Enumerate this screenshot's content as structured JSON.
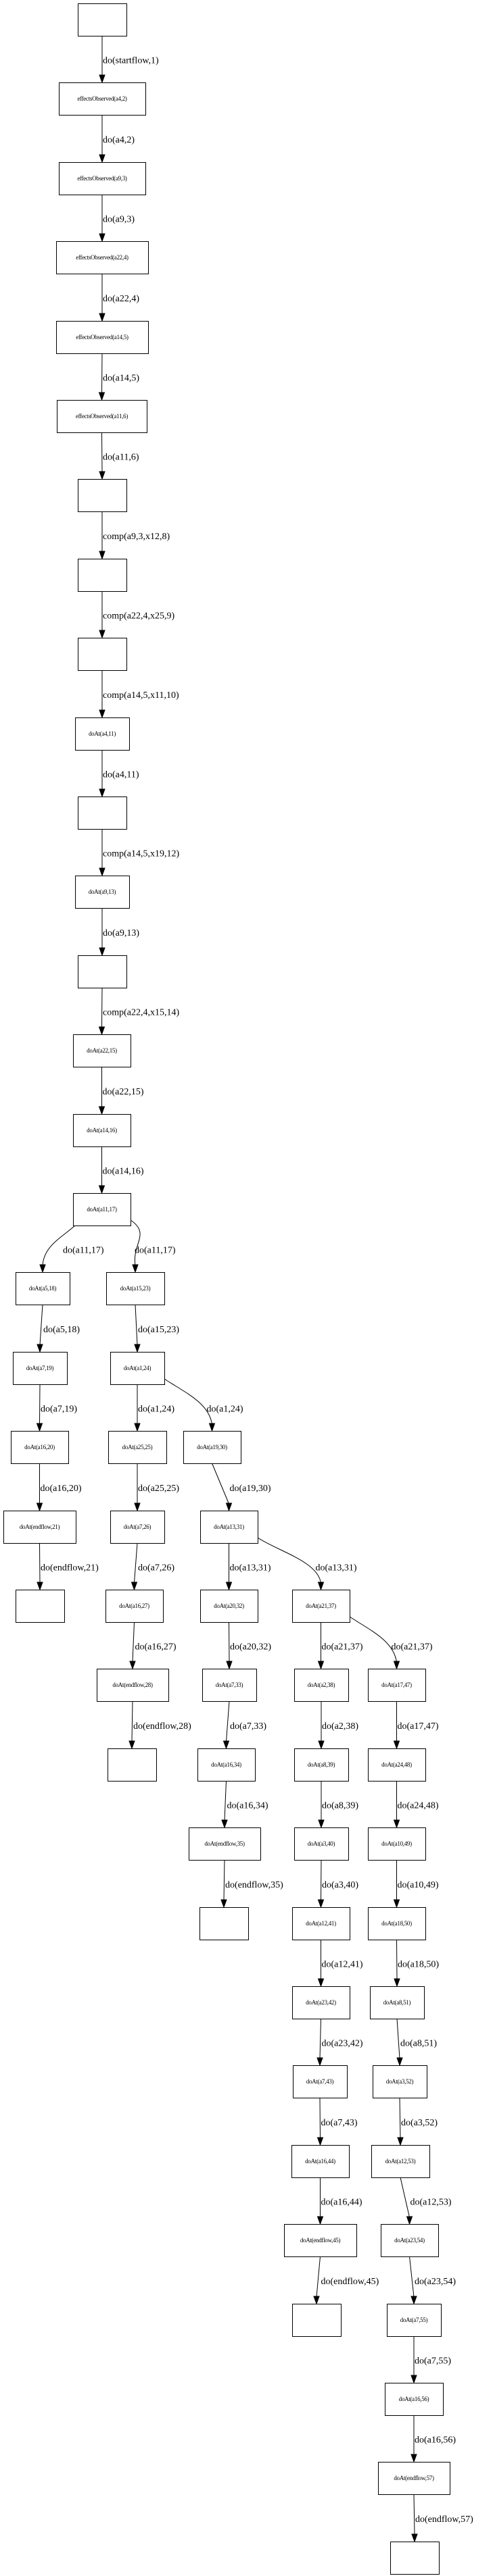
{
  "graph": {
    "colors": {
      "stroke": "#000000",
      "fill": "#ffffff",
      "text": "#000000"
    },
    "nodes": [
      {
        "id": "n0",
        "label": ""
      },
      {
        "id": "n1",
        "label": "effectsObserved(a4,2)"
      },
      {
        "id": "n2",
        "label": "effectsObserved(a9,3)"
      },
      {
        "id": "n3",
        "label": "effectsObserved(a22,4)"
      },
      {
        "id": "n4",
        "label": "effectsObserved(a14,5)"
      },
      {
        "id": "n5",
        "label": "effectsObserved(a11,6)"
      },
      {
        "id": "n6",
        "label": ""
      },
      {
        "id": "n7",
        "label": ""
      },
      {
        "id": "n8",
        "label": ""
      },
      {
        "id": "n9",
        "label": "doAt(a4,11)"
      },
      {
        "id": "n10",
        "label": ""
      },
      {
        "id": "n11",
        "label": "doAt(a9,13)"
      },
      {
        "id": "n12",
        "label": ""
      },
      {
        "id": "n13",
        "label": "doAt(a22,15)"
      },
      {
        "id": "n14",
        "label": "doAt(a14,16)"
      },
      {
        "id": "n15",
        "label": "doAt(a11,17)"
      },
      {
        "id": "n16",
        "label": "doAt(a5,18)"
      },
      {
        "id": "n17",
        "label": "doAt(a7,19)"
      },
      {
        "id": "n18",
        "label": "doAt(a16,20)"
      },
      {
        "id": "n19",
        "label": "doAt(endflow,21)"
      },
      {
        "id": "n20",
        "label": ""
      },
      {
        "id": "n21",
        "label": "doAt(a15,23)"
      },
      {
        "id": "n22",
        "label": "doAt(a1,24)"
      },
      {
        "id": "n23",
        "label": "doAt(a25,25)"
      },
      {
        "id": "n24",
        "label": "doAt(a7,26)"
      },
      {
        "id": "n25",
        "label": "doAt(a16,27)"
      },
      {
        "id": "n26",
        "label": "doAt(endflow,28)"
      },
      {
        "id": "n27",
        "label": ""
      },
      {
        "id": "n28",
        "label": "doAt(a19,30)"
      },
      {
        "id": "n29",
        "label": "doAt(a13,31)"
      },
      {
        "id": "n30",
        "label": "doAt(a20,32)"
      },
      {
        "id": "n31",
        "label": "doAt(a7,33)"
      },
      {
        "id": "n32",
        "label": "doAt(a16,34)"
      },
      {
        "id": "n33",
        "label": "doAt(endflow,35)"
      },
      {
        "id": "n34",
        "label": ""
      },
      {
        "id": "n35",
        "label": "doAt(a21,37)"
      },
      {
        "id": "n36",
        "label": "doAt(a2,38)"
      },
      {
        "id": "n37",
        "label": "doAt(a8,39)"
      },
      {
        "id": "n38",
        "label": "doAt(a3,40)"
      },
      {
        "id": "n39",
        "label": "doAt(a12,41)"
      },
      {
        "id": "n40",
        "label": "doAt(a23,42)"
      },
      {
        "id": "n41",
        "label": "doAt(a7,43)"
      },
      {
        "id": "n42",
        "label": "doAt(a16,44)"
      },
      {
        "id": "n43",
        "label": "doAt(endflow,45)"
      },
      {
        "id": "n44",
        "label": ""
      },
      {
        "id": "n45",
        "label": "doAt(a17,47)"
      },
      {
        "id": "n46",
        "label": "doAt(a24,48)"
      },
      {
        "id": "n47",
        "label": "doAt(a10,49)"
      },
      {
        "id": "n48",
        "label": "doAt(a18,50)"
      },
      {
        "id": "n49",
        "label": "doAt(a8,51)"
      },
      {
        "id": "n50",
        "label": "doAt(a3,52)"
      },
      {
        "id": "n51",
        "label": "doAt(a12,53)"
      },
      {
        "id": "n52",
        "label": "doAt(a23,54)"
      },
      {
        "id": "n53",
        "label": "doAt(a7,55)"
      },
      {
        "id": "n54",
        "label": "doAt(a16,56)"
      },
      {
        "id": "n55",
        "label": "doAt(endflow,57)"
      },
      {
        "id": "n56",
        "label": ""
      }
    ],
    "edges": [
      {
        "from": "n0",
        "to": "n1",
        "label": "do(startflow,1)"
      },
      {
        "from": "n1",
        "to": "n2",
        "label": "do(a4,2)"
      },
      {
        "from": "n2",
        "to": "n3",
        "label": "do(a9,3)"
      },
      {
        "from": "n3",
        "to": "n4",
        "label": "do(a22,4)"
      },
      {
        "from": "n4",
        "to": "n5",
        "label": "do(a14,5)"
      },
      {
        "from": "n5",
        "to": "n6",
        "label": "do(a11,6)"
      },
      {
        "from": "n6",
        "to": "n7",
        "label": "comp(a9,3,x12,8)"
      },
      {
        "from": "n7",
        "to": "n8",
        "label": "comp(a22,4,x25,9)"
      },
      {
        "from": "n8",
        "to": "n9",
        "label": "comp(a14,5,x11,10)"
      },
      {
        "from": "n9",
        "to": "n10",
        "label": "do(a4,11)"
      },
      {
        "from": "n10",
        "to": "n11",
        "label": "comp(a14,5,x19,12)"
      },
      {
        "from": "n11",
        "to": "n12",
        "label": "do(a9,13)"
      },
      {
        "from": "n12",
        "to": "n13",
        "label": "comp(a22,4,x15,14)"
      },
      {
        "from": "n13",
        "to": "n14",
        "label": "do(a22,15)"
      },
      {
        "from": "n14",
        "to": "n15",
        "label": "do(a14,16)"
      },
      {
        "from": "n15",
        "to": "n16",
        "label": "do(a11,17)"
      },
      {
        "from": "n15",
        "to": "n21",
        "label": "do(a11,17)"
      },
      {
        "from": "n16",
        "to": "n17",
        "label": "do(a5,18)"
      },
      {
        "from": "n17",
        "to": "n18",
        "label": "do(a7,19)"
      },
      {
        "from": "n18",
        "to": "n19",
        "label": "do(a16,20)"
      },
      {
        "from": "n19",
        "to": "n20",
        "label": "do(endflow,21)"
      },
      {
        "from": "n21",
        "to": "n22",
        "label": "do(a15,23)"
      },
      {
        "from": "n22",
        "to": "n23",
        "label": "do(a1,24)"
      },
      {
        "from": "n22",
        "to": "n28",
        "label": "do(a1,24)"
      },
      {
        "from": "n23",
        "to": "n24",
        "label": "do(a25,25)"
      },
      {
        "from": "n24",
        "to": "n25",
        "label": "do(a7,26)"
      },
      {
        "from": "n25",
        "to": "n26",
        "label": "do(a16,27)"
      },
      {
        "from": "n26",
        "to": "n27",
        "label": "do(endflow,28)"
      },
      {
        "from": "n28",
        "to": "n29",
        "label": "do(a19,30)"
      },
      {
        "from": "n29",
        "to": "n30",
        "label": "do(a13,31)"
      },
      {
        "from": "n29",
        "to": "n35",
        "label": "do(a13,31)"
      },
      {
        "from": "n30",
        "to": "n31",
        "label": "do(a20,32)"
      },
      {
        "from": "n31",
        "to": "n32",
        "label": "do(a7,33)"
      },
      {
        "from": "n32",
        "to": "n33",
        "label": "do(a16,34)"
      },
      {
        "from": "n33",
        "to": "n34",
        "label": "do(endflow,35)"
      },
      {
        "from": "n35",
        "to": "n36",
        "label": "do(a21,37)"
      },
      {
        "from": "n35",
        "to": "n45",
        "label": "do(a21,37)"
      },
      {
        "from": "n36",
        "to": "n37",
        "label": "do(a2,38)"
      },
      {
        "from": "n37",
        "to": "n38",
        "label": "do(a8,39)"
      },
      {
        "from": "n38",
        "to": "n39",
        "label": "do(a3,40)"
      },
      {
        "from": "n39",
        "to": "n40",
        "label": "do(a12,41)"
      },
      {
        "from": "n40",
        "to": "n41",
        "label": "do(a23,42)"
      },
      {
        "from": "n41",
        "to": "n42",
        "label": "do(a7,43)"
      },
      {
        "from": "n42",
        "to": "n43",
        "label": "do(a16,44)"
      },
      {
        "from": "n43",
        "to": "n44",
        "label": "do(endflow,45)"
      },
      {
        "from": "n45",
        "to": "n46",
        "label": "do(a17,47)"
      },
      {
        "from": "n46",
        "to": "n47",
        "label": "do(a24,48)"
      },
      {
        "from": "n47",
        "to": "n48",
        "label": "do(a10,49)"
      },
      {
        "from": "n48",
        "to": "n49",
        "label": "do(a18,50)"
      },
      {
        "from": "n49",
        "to": "n50",
        "label": "do(a8,51)"
      },
      {
        "from": "n50",
        "to": "n51",
        "label": "do(a3,52)"
      },
      {
        "from": "n51",
        "to": "n52",
        "label": "do(a12,53)"
      },
      {
        "from": "n52",
        "to": "n53",
        "label": "do(a23,54)"
      },
      {
        "from": "n53",
        "to": "n54",
        "label": "do(a7,55)"
      },
      {
        "from": "n54",
        "to": "n55",
        "label": "do(a16,56)"
      },
      {
        "from": "n55",
        "to": "n56",
        "label": "do(endflow,57)"
      }
    ]
  }
}
